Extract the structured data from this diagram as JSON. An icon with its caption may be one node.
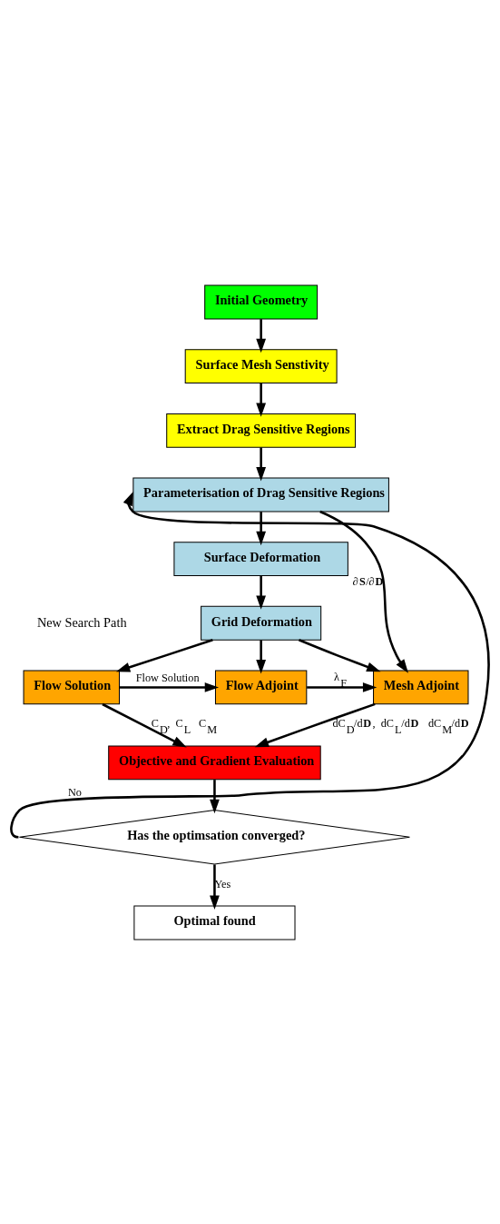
{
  "diagram": {
    "nodes": [
      {
        "text": [
          "Initial Geometry"
        ]
      },
      {
        "text": [
          "Surface Mesh Senstivity"
        ]
      },
      {
        "text": [
          "Extract Drag Sensitive Regions"
        ]
      },
      {
        "text": [
          "Parameterisation of Drag Sensitive Regions"
        ]
      },
      {
        "text": [
          "Surface Deformation"
        ]
      },
      {
        "text": [
          "Grid Deformation"
        ]
      },
      {
        "text": [
          "Flow Solution"
        ]
      },
      {
        "text": [
          "Flow Adjoint"
        ]
      },
      {
        "text": [
          "Mesh Adjoint"
        ]
      },
      {
        "text": [
          "Objective and Gradient Evaluation"
        ]
      },
      {
        "text": [
          "Has the optimsation converged?"
        ]
      },
      {
        "text": [
          "Optimal found"
        ]
      }
    ],
    "edges": [
      {
        "from": 0,
        "to": 1,
        "arrow": "to"
      },
      {
        "from": 1,
        "to": 2,
        "arrow": "to"
      },
      {
        "from": 2,
        "to": 3,
        "arrow": "to"
      },
      {
        "from": 3,
        "to": 4,
        "arrow": "to"
      },
      {
        "from": 4,
        "to": 5,
        "arrow": "to"
      },
      {
        "from": 5,
        "to": 6,
        "arrow": "to"
      },
      {
        "from": 5,
        "to": 7,
        "arrow": "to"
      },
      {
        "from": 5,
        "to": 8,
        "arrow": "to"
      },
      {
        "from": 3,
        "to": 8,
        "arrow": "to",
        "label": "∂**S**/∂**D**"
      },
      {
        "from": 6,
        "to": 7,
        "arrow": "to",
        "label": "Flow Solution"
      },
      {
        "from": 7,
        "to": 8,
        "arrow": "to",
        "label": "λ$_{F}$"
      },
      {
        "from": 6,
        "to": 9,
        "arrow": "to",
        "label": "C$_{D}$, C$_{L}$ C$_{M}$"
      },
      {
        "from": 8,
        "to": 9,
        "arrow": "to",
        "label": "dC$_{D}$/d**D**, dC$_{L}$/d**D** dC$_{M}$/d**D**"
      },
      {
        "from": 9,
        "to": 10,
        "arrow": "to"
      },
      {
        "from": 10,
        "to": 3,
        "arrow": "to",
        "label": "No"
      },
      {
        "from": 10,
        "to": 11,
        "arrow": "to",
        "label": "Yes"
      }
    ],
    "labels": [
      "New Search Path"
    ]
  }
}
